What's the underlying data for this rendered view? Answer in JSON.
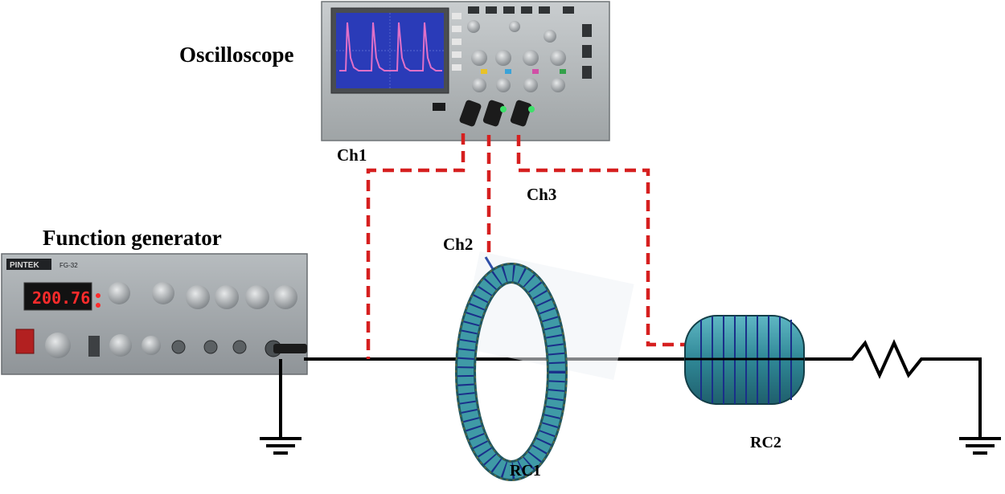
{
  "labels": {
    "oscilloscope": "Oscilloscope",
    "function_generator": "Function generator",
    "ch1": "Ch1",
    "ch2": "Ch2",
    "ch3": "Ch3",
    "rc1": "RC1",
    "rc2": "RC2"
  },
  "generator_display": "200.76",
  "generator_brand": "PINTEK",
  "generator_model": "FG-32",
  "colors": {
    "probe_wire": "#d61f1f",
    "circuit_wire": "#000000",
    "coil_teal": "#3f9aa6",
    "coil_winding": "#1a2f8a",
    "generator_display_text": "#ff2b2b",
    "scope_screen": "#2a3bb8",
    "scope_trace": "#e070c8"
  },
  "icons": {
    "ground_left": "ground-symbol",
    "ground_right": "ground-symbol",
    "resistor": "resistor-zigzag"
  }
}
